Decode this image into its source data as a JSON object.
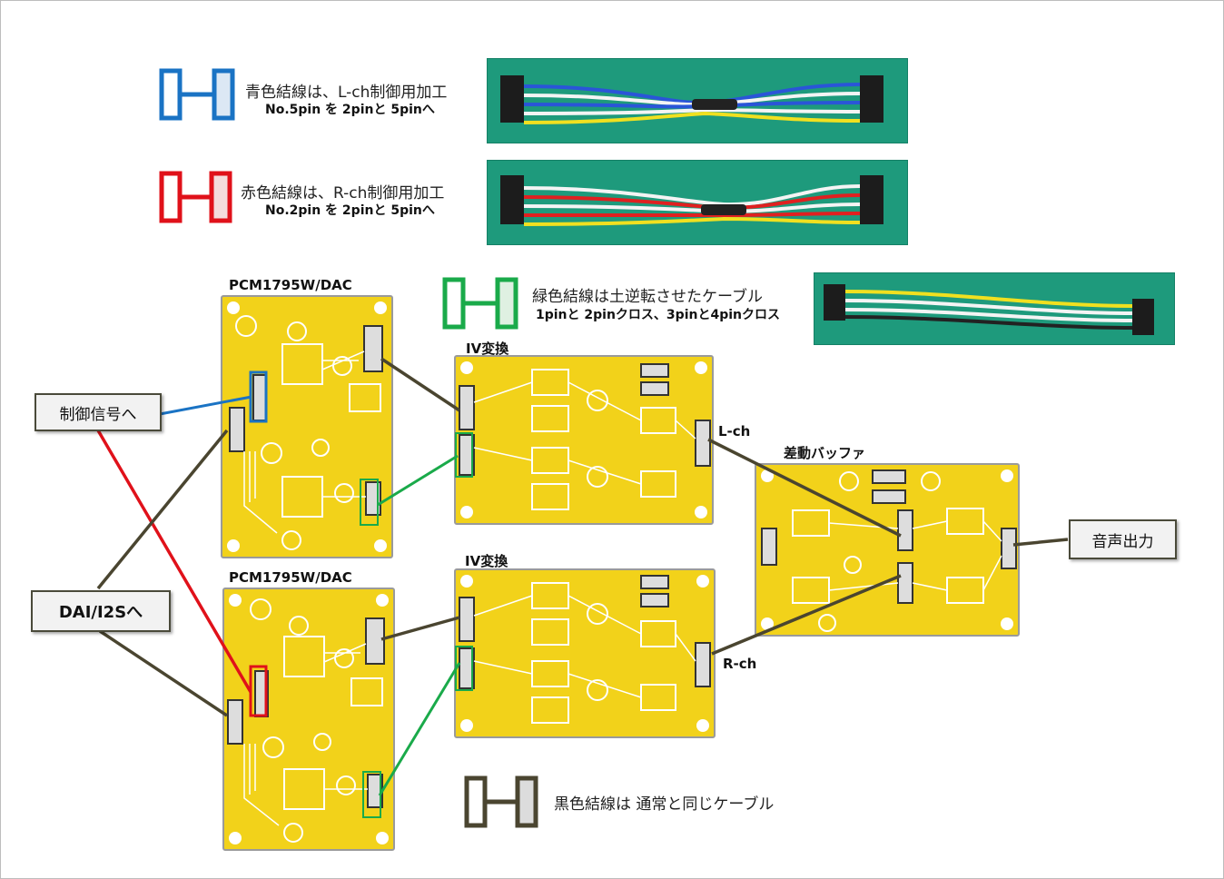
{
  "legend": {
    "blue_title": "青色結線は、L-ch制御用加工",
    "blue_sub": "No.5pin を 2pinと 5pinへ",
    "red_title": "赤色結線は、R-ch制御用加工",
    "red_sub": "No.2pin を 2pinと 5pinへ",
    "green_title": "緑色結線は土逆転させたケーブル",
    "green_sub": "1pinと 2pinクロス、3pinと4pinクロス",
    "black_title": "黒色結線は 通常と同じケーブル"
  },
  "boards": {
    "dac_top_title": "PCM1795W/DAC",
    "dac_bottom_title": "PCM1795W/DAC",
    "iv_top_title": "IV変換",
    "iv_bottom_title": "IV変換",
    "diff_title": "差動バッファ"
  },
  "labels": {
    "control_signal": "制御信号へ",
    "dai_i2s": "DAI/I2Sへ",
    "audio_out": "音声出力",
    "lch": "L-ch",
    "rch": "R-ch"
  },
  "colors": {
    "blue": "#1a73c4",
    "red": "#e0111a",
    "green": "#1aaa4a",
    "black": "#4a4530",
    "pcb": "#f2d21a",
    "photo_bg": "#1e9a7c"
  }
}
